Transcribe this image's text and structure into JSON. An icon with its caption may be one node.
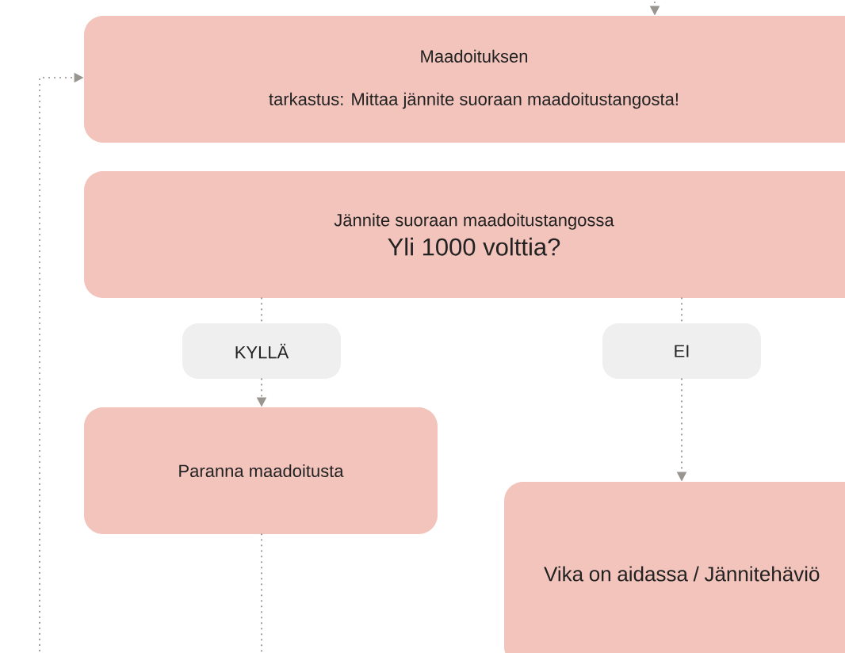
{
  "diagram": {
    "nodes": [
      {
        "text": [
          "Maadoituksen",
          "tarkastus: Mittaa jännite suoraan maadoitustangosta!"
        ]
      },
      {
        "text": [
          "Jännite suoraan maadoitustangossa",
          "Yli 1000 volttia?"
        ]
      },
      {
        "text": [
          "KYLLÄ"
        ]
      },
      {
        "text": [
          "EI"
        ]
      },
      {
        "text": [
          "Paranna maadoitusta"
        ]
      },
      {
        "text": [
          "Vika on aidassa / Jännitehäviö"
        ]
      }
    ],
    "edges": [
      {
        "from": null,
        "to": 0,
        "arrow": "to"
      },
      {
        "from": 1,
        "to": 2,
        "arrow": "none"
      },
      {
        "from": 2,
        "to": 4,
        "arrow": "to"
      },
      {
        "from": 1,
        "to": 3,
        "arrow": "none"
      },
      {
        "from": 3,
        "to": 5,
        "arrow": "to"
      },
      {
        "from": 4,
        "to": null,
        "arrow": "none"
      },
      {
        "from": null,
        "to": 0,
        "arrow": "to"
      }
    ]
  }
}
